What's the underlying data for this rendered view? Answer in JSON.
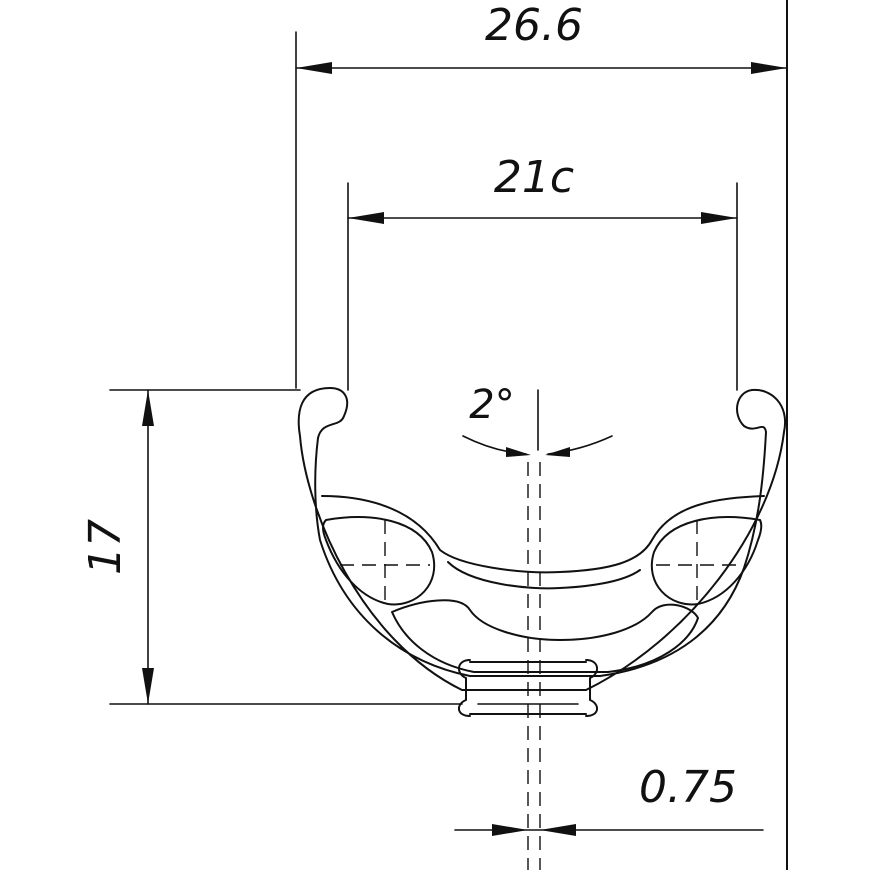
{
  "dimensions": {
    "outer_width": "26.6",
    "inner_width": "21c",
    "height": "17",
    "angle": "2°",
    "offset": "0.75"
  },
  "colors": {
    "ink": "#111111",
    "paper": "#ffffff"
  }
}
